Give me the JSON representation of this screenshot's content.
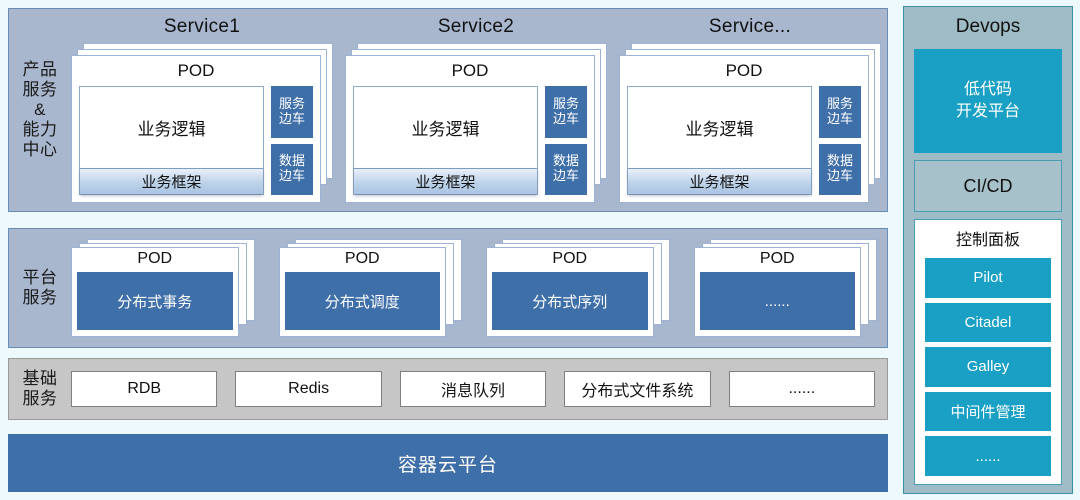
{
  "layers": {
    "products": {
      "label": "产品\n服务\n&\n能力\n中心",
      "services": [
        {
          "title": "Service1",
          "pod_title": "POD",
          "business_logic": "业务逻辑",
          "business_framework": "业务框架",
          "sidecars": [
            "服务\n边车",
            "数据\n边车"
          ]
        },
        {
          "title": "Service2",
          "pod_title": "POD",
          "business_logic": "业务逻辑",
          "business_framework": "业务框架",
          "sidecars": [
            "服务\n边车",
            "数据\n边车"
          ]
        },
        {
          "title": "Service...",
          "pod_title": "POD",
          "business_logic": "业务逻辑",
          "business_framework": "业务框架",
          "sidecars": [
            "服务\n边车",
            "数据\n边车"
          ]
        }
      ]
    },
    "platform": {
      "label": "平台\n服务",
      "pods": [
        {
          "pod_title": "POD",
          "name": "分布式事务"
        },
        {
          "pod_title": "POD",
          "name": "分布式调度"
        },
        {
          "pod_title": "POD",
          "name": "分布式序列"
        },
        {
          "pod_title": "POD",
          "name": "......"
        }
      ]
    },
    "infra": {
      "label": "基础\n服务",
      "items": [
        "RDB",
        "Redis",
        "消息队列",
        "分布式文件系统",
        "......"
      ]
    },
    "container_platform": {
      "label": "容器云平台"
    }
  },
  "devops": {
    "title": "Devops",
    "lowcode": "低代码\n开发平台",
    "cicd": "CI/CD",
    "control_panel": {
      "title": "控制面板",
      "items": [
        "Pilot",
        "Citadel",
        "Galley",
        "中间件管理",
        "......"
      ]
    }
  },
  "colors": {
    "page_bg": "#eef9fd",
    "band_blue_gray": "#a8b7ce",
    "band_gray": "#c6c6c6",
    "steel_blue": "#3f6fa8",
    "cyan": "#19a0c4",
    "devops_bg": "#9fbcc6"
  }
}
